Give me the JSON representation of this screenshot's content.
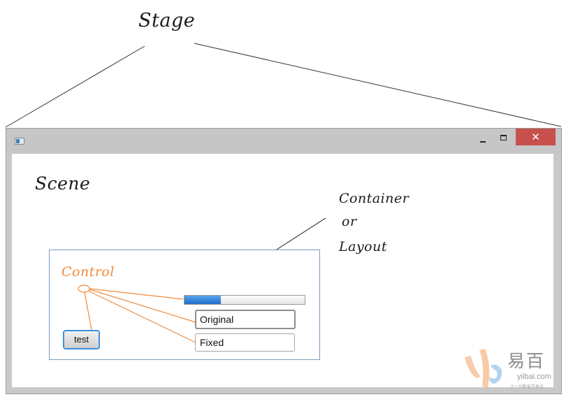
{
  "labels": {
    "stage": "Stage",
    "scene": "Scene",
    "container_line1": "Container",
    "container_line2": "or",
    "container_line3": "Layout",
    "control": "Control"
  },
  "window": {
    "icon": "app-window-icon",
    "buttons": {
      "minimize_icon": "minimize-icon",
      "maximize_icon": "maximize-icon",
      "close_label": "✕"
    }
  },
  "controls": {
    "progress": 0.3,
    "original_field_value": "Original",
    "fixed_field_value": "Fixed",
    "test_button_label": "test"
  },
  "watermark": {
    "text": "易百",
    "domain": "yiibai.com",
    "tagline": "让一切都易学易会"
  },
  "colors": {
    "accent_orange": "#f08a3a",
    "window_close": "#c7504c",
    "progress_blue": "#1d6fc9",
    "container_border": "#7a9cc0"
  }
}
